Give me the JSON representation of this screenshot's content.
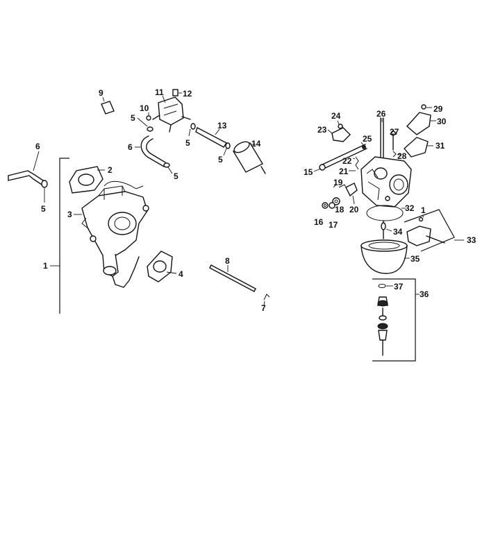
{
  "diagram": {
    "labels": {
      "p1": "1",
      "p2": "2",
      "p3": "3",
      "p4": "4",
      "p5a": "5",
      "p5b": "5",
      "p5c": "5",
      "p5d": "5",
      "p5e": "5",
      "p6a": "6",
      "p6b": "6",
      "p7": "7",
      "p8": "8",
      "p9": "9",
      "p10": "10",
      "p11": "11",
      "p12": "12",
      "p13": "13",
      "p14": "14",
      "p15": "15",
      "p16": "16",
      "p17": "17",
      "p18": "18",
      "p19": "19",
      "p20": "20",
      "p21": "21",
      "p22": "22",
      "p23": "23",
      "p24": "24",
      "p25": "25",
      "p26": "26",
      "p27": "27",
      "p28": "28",
      "p29": "29",
      "p30": "30",
      "p31": "31",
      "p32": "32",
      "p1b": "1",
      "p33": "33",
      "p34": "34",
      "p35": "35",
      "p36": "36",
      "p37": "37"
    }
  }
}
